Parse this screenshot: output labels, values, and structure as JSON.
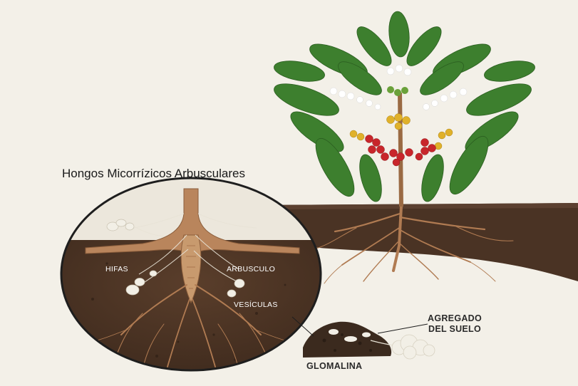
{
  "title": "Hongos Micorrízicos Arbusculares",
  "labels": {
    "hifas": "HIFAS",
    "arbusculo": "ARBUSCULO",
    "vesiculas": "VESÍCULAS",
    "agregado_line1": "AGREGADO",
    "agregado_line2": "DEL SUELO",
    "glomalina": "GLOMALINA"
  },
  "colors": {
    "background": "#f3f0e8",
    "soil": "#4a3324",
    "root": "#b9855c",
    "leaf": "#3d7f2e",
    "cherry_red": "#c8262b",
    "cherry_yellow": "#e0b12a",
    "flower": "#ffffff",
    "hyphae": "#e8e3d6"
  }
}
